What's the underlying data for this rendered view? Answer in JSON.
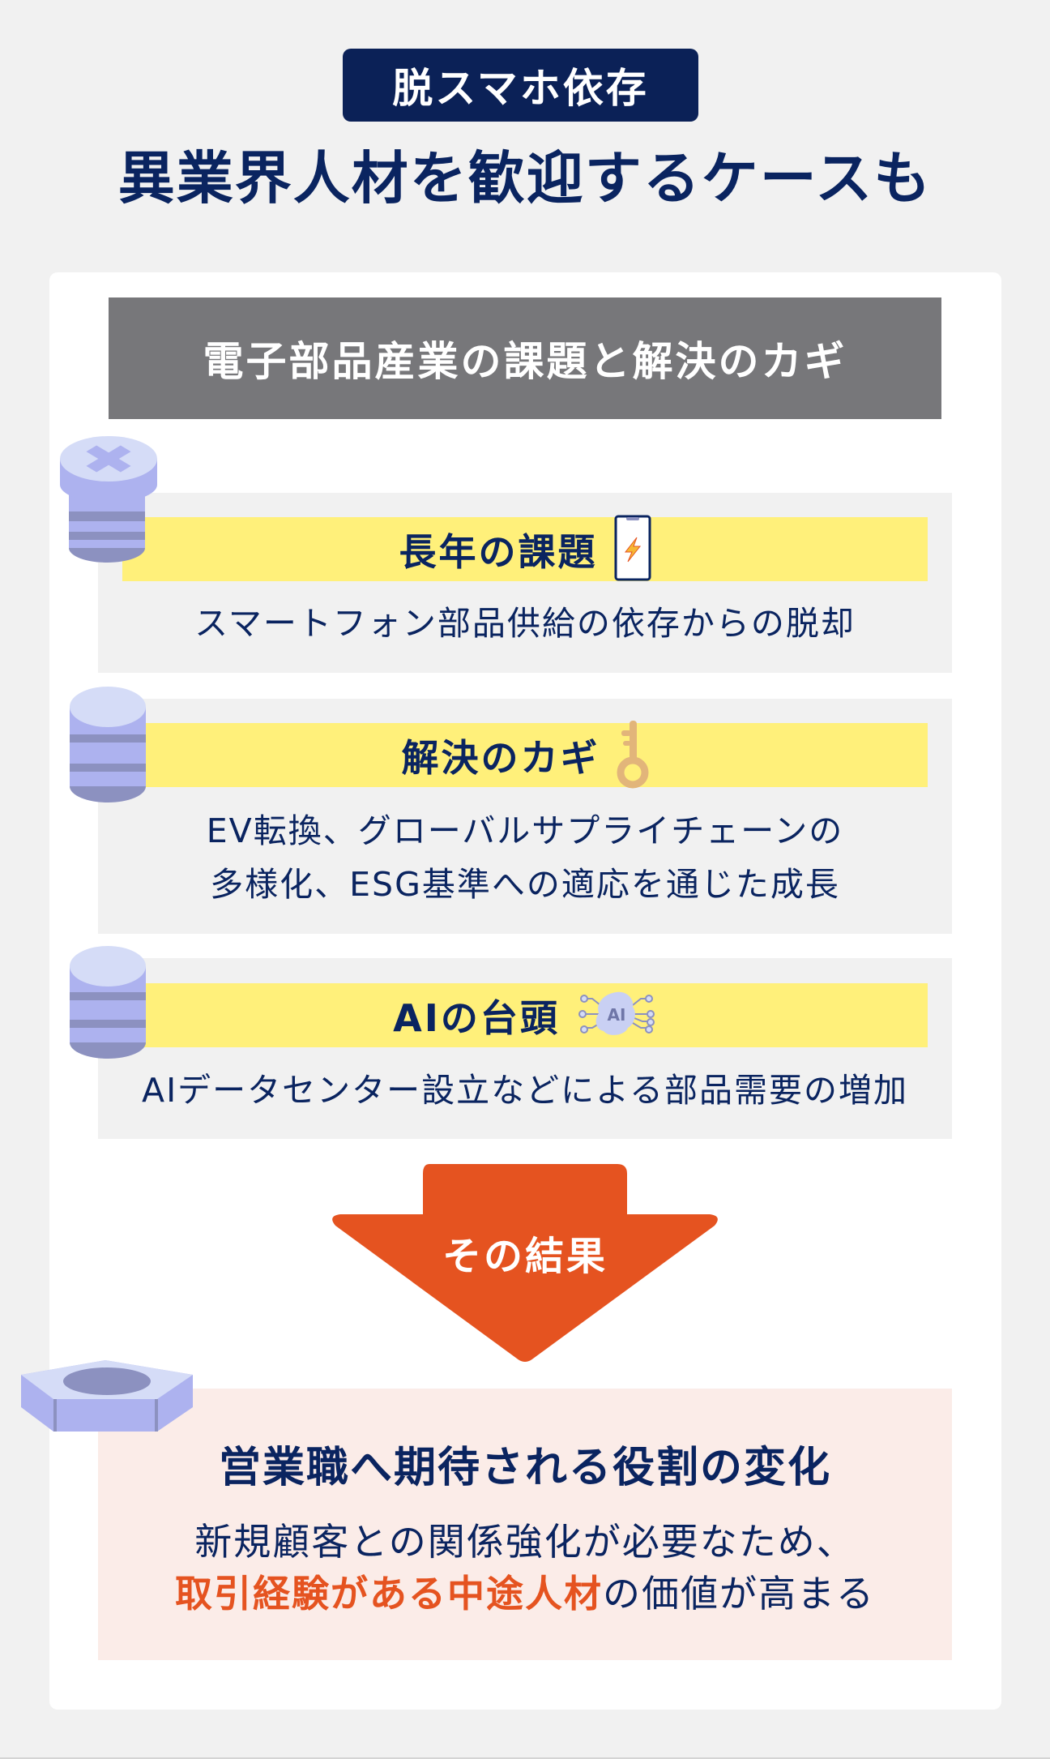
{
  "header": {
    "badge": "脱スマホ依存",
    "title": "異業界人材を歓迎するケースも"
  },
  "section": {
    "title": "電子部品産業の課題と解決のカギ"
  },
  "items": [
    {
      "title": "長年の課題",
      "icon": "smartphone-lightning-icon",
      "body": [
        "スマートフォン部品供給の依存からの脱却"
      ]
    },
    {
      "title": "解決のカギ",
      "icon": "key-icon",
      "body": [
        "EV転換、グローバルサプライチェーンの",
        "多様化、ESG基準への適応を通じた成長"
      ]
    },
    {
      "title": "AIの台頭",
      "icon": "ai-chip-icon",
      "icon_text": "AI",
      "body": [
        "AIデータセンター設立などによる部品需要の増加"
      ]
    }
  ],
  "arrow": {
    "label": "その結果"
  },
  "result": {
    "title": "営業職へ期待される役割の変化",
    "line1": "新規顧客との関係強化が必要なため、",
    "line2_highlight": "取引経験がある中途人材",
    "line2_rest": "の価値が高まる"
  },
  "colors": {
    "navy": "#0a2460",
    "badge": "#0b2157",
    "header_gray": "#77777a",
    "yellow": "#fff07a",
    "box_gray": "#f1f1f1",
    "orange": "#e55320",
    "result_bg": "#fbece8",
    "key": "#e2b57a",
    "bolt_light": "#d5dcf7",
    "bolt_mid": "#adb2ef",
    "bolt_dark": "#8c91c0"
  }
}
